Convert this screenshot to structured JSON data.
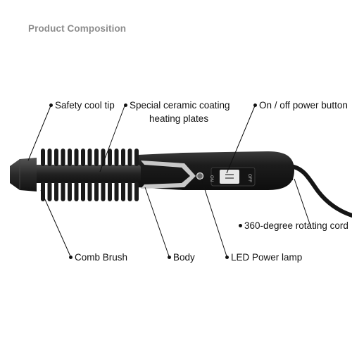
{
  "title": "Product Composition",
  "labels": {
    "safety_cool_tip": "Safety cool tip",
    "ceramic_line1": "Special ceramic coating",
    "ceramic_line2": "heating plates",
    "power_button": "On / off power button",
    "rotating_cord": "360-degree rotating cord",
    "comb_brush": "Comb Brush",
    "body": "Body",
    "led_lamp": "LED Power lamp"
  },
  "switch_text": {
    "on": "ON",
    "off": "OFF"
  },
  "colors": {
    "title": "#8c8c8c",
    "device_body": "#1f1f1f",
    "brush_bristle": "#1a1a1a",
    "accent_silver": "#c8c8c8"
  }
}
